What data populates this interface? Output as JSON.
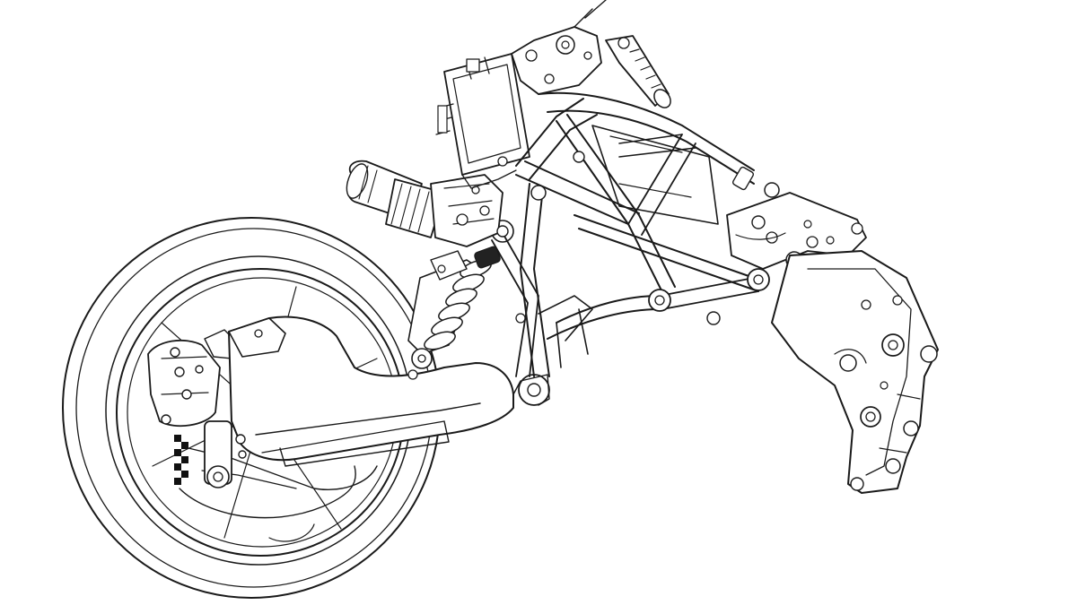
{
  "drawing": {
    "subject": "motorcycle-rolling-chassis-line-drawing",
    "style": "black line art on white",
    "colors": {
      "background": "#ffffff",
      "line": "#1a1a1a",
      "fill": "#ffffff",
      "checker": "#111111"
    },
    "components": [
      "rear-tire",
      "rear-wheel-rim",
      "brake-disc",
      "brake-caliper",
      "rear-hub",
      "swingarm",
      "rear-shock-absorber",
      "shock-spring",
      "coil-over-reservoir",
      "electronic-control-unit",
      "cylindrical-motor",
      "trellis-frame",
      "steering-head",
      "handlebar-grip",
      "footpeg-bracket",
      "front-mount-plate"
    ]
  }
}
